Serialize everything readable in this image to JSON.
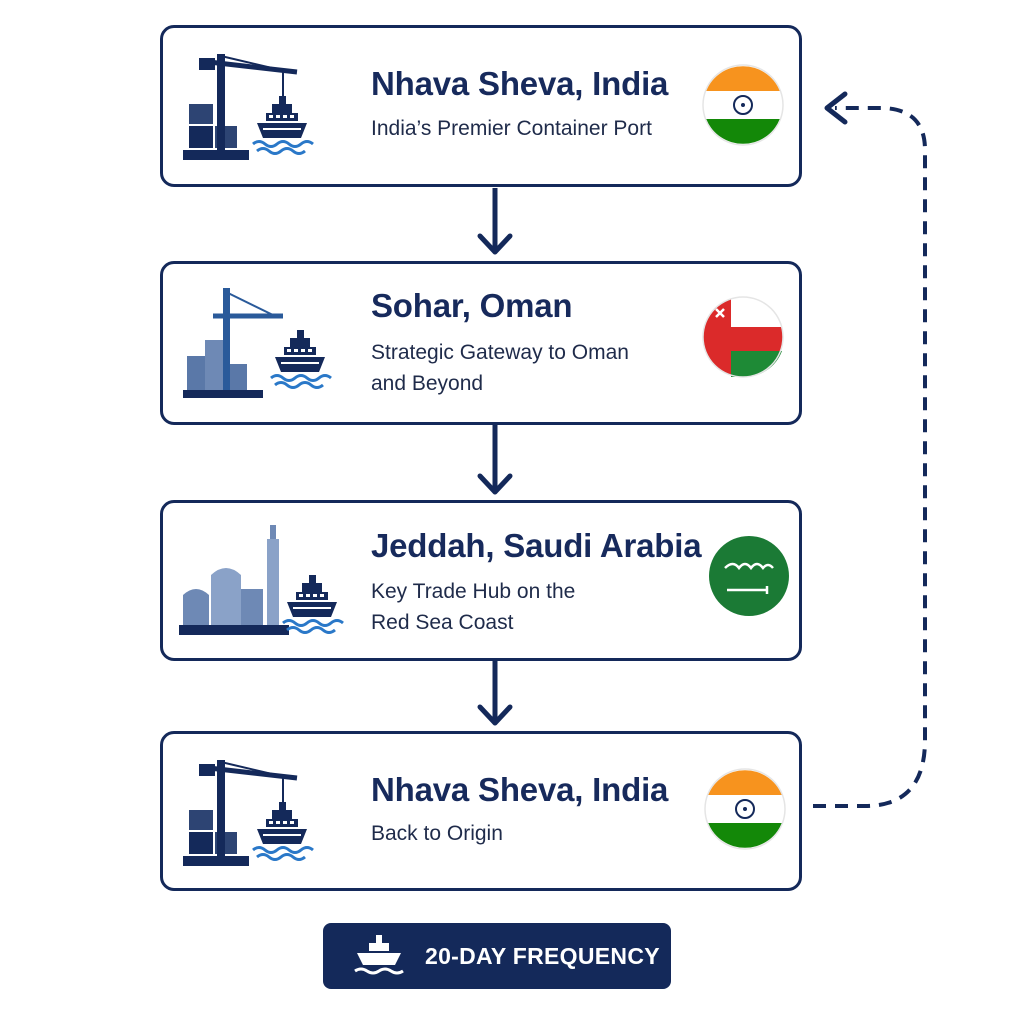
{
  "ports": [
    {
      "title": "Nhava Sheva, India",
      "lines": [
        "India’s Premier Container Port"
      ],
      "flag": "india-flag-icon",
      "icon": "container-port-icon"
    },
    {
      "title": "Sohar, Oman",
      "lines": [
        "Strategic Gateway to Oman",
        "and Beyond"
      ],
      "flag": "oman-flag-icon",
      "icon": "industrial-port-icon"
    },
    {
      "title": "Jeddah, Saudi Arabia",
      "lines": [
        "Key Trade Hub on the",
        "Red Sea Coast"
      ],
      "flag": "saudi-flag-icon",
      "icon": "city-port-icon"
    },
    {
      "title": "Nhava Sheva, India",
      "lines": [
        "Back to Origin"
      ],
      "flag": "india-flag-icon",
      "icon": "container-port-icon"
    }
  ],
  "badge": {
    "label": "20-DAY FREQUENCY",
    "icon": "ship-icon"
  },
  "colors": {
    "navy": "#14295a",
    "saffron": "#f7931e",
    "green": "#138808",
    "oman_red": "#db2a2a",
    "oman_green": "#1e8a36",
    "saudi_green": "#1b7a35"
  }
}
